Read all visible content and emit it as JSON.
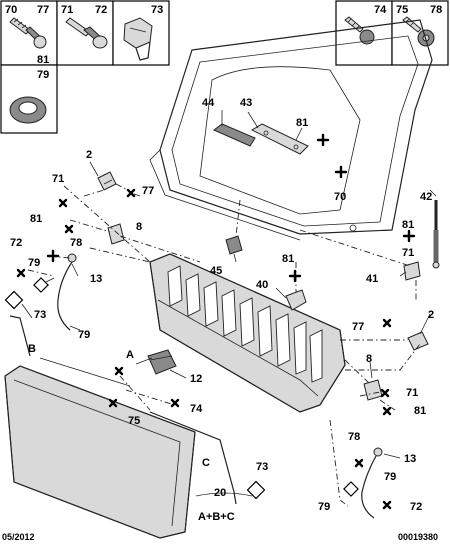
{
  "header_cells": [
    {
      "numbers": [
        "70",
        "77"
      ]
    },
    {
      "numbers": [
        "71",
        "72"
      ]
    },
    {
      "numbers": [
        "73"
      ]
    },
    {
      "numbers": [
        "74"
      ]
    },
    {
      "numbers": [
        "75",
        "78"
      ]
    }
  ],
  "cell_79": "79",
  "cell_81": "81",
  "callouts": {
    "c2a": "2",
    "c77a": "77",
    "c71a": "71",
    "c81a": "81",
    "c8a": "8",
    "c78a": "78",
    "c72a": "72",
    "c79a": "79",
    "c13a": "13",
    "c73a": "73",
    "c79b": "79",
    "cB": "B",
    "cA": "A",
    "c12": "12",
    "c74": "74",
    "c75": "75",
    "cC": "C",
    "c73b": "73",
    "c20": "20",
    "cABC": "A+B+C",
    "c44": "44",
    "c43": "43",
    "c81b": "81",
    "c70": "70",
    "c42": "42",
    "c81c": "81",
    "c45": "45",
    "c81d": "81",
    "c40": "40",
    "c71b": "71",
    "c41": "41",
    "c77b": "77",
    "c2b": "2",
    "c8b": "8",
    "c71c": "71",
    "c81e": "81",
    "c78b": "78",
    "c13b": "13",
    "c79c": "79",
    "c79d": "79",
    "c72b": "72"
  },
  "footer": {
    "date": "05/2012",
    "ref": "00019380"
  }
}
